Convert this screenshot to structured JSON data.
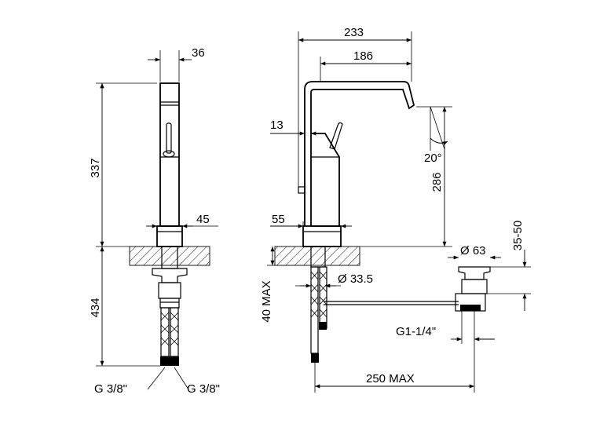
{
  "front_view": {
    "width_top": "36",
    "height_upper": "337",
    "base_width": "45",
    "height_lower": "434",
    "connector_left": "G 3/8\"",
    "connector_right": "G 3/8\""
  },
  "side_view": {
    "reach_total": "233",
    "reach_spout": "186",
    "lever_offset": "13",
    "tilt_angle": "20°",
    "spout_height": "286",
    "base_depth": "55",
    "deck_thickness_max": "40 MAX",
    "hole_diameter": "Ø 33.5",
    "waste_diameter": "Ø 63",
    "waste_height": "35-50",
    "waste_thread": "G1-1/4\"",
    "rod_length_max": "250 MAX"
  }
}
